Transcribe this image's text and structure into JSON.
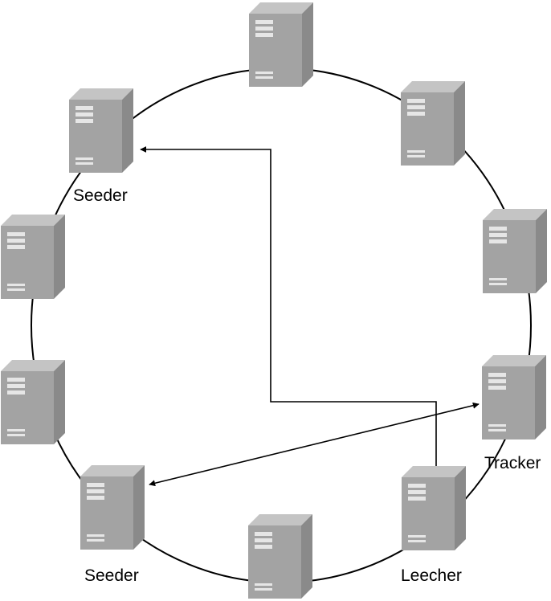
{
  "labels": {
    "seeder_top": "Seeder",
    "seeder_bottom": "Seeder",
    "tracker": "Tracker",
    "leecher": "Leecher"
  },
  "colors": {
    "ring": "#000000",
    "arrow": "#000000",
    "server_front": "#a3a3a3",
    "server_side": "#8a8a8a",
    "server_top": "#c4c4c4",
    "server_panel": "#e6e6e6"
  }
}
